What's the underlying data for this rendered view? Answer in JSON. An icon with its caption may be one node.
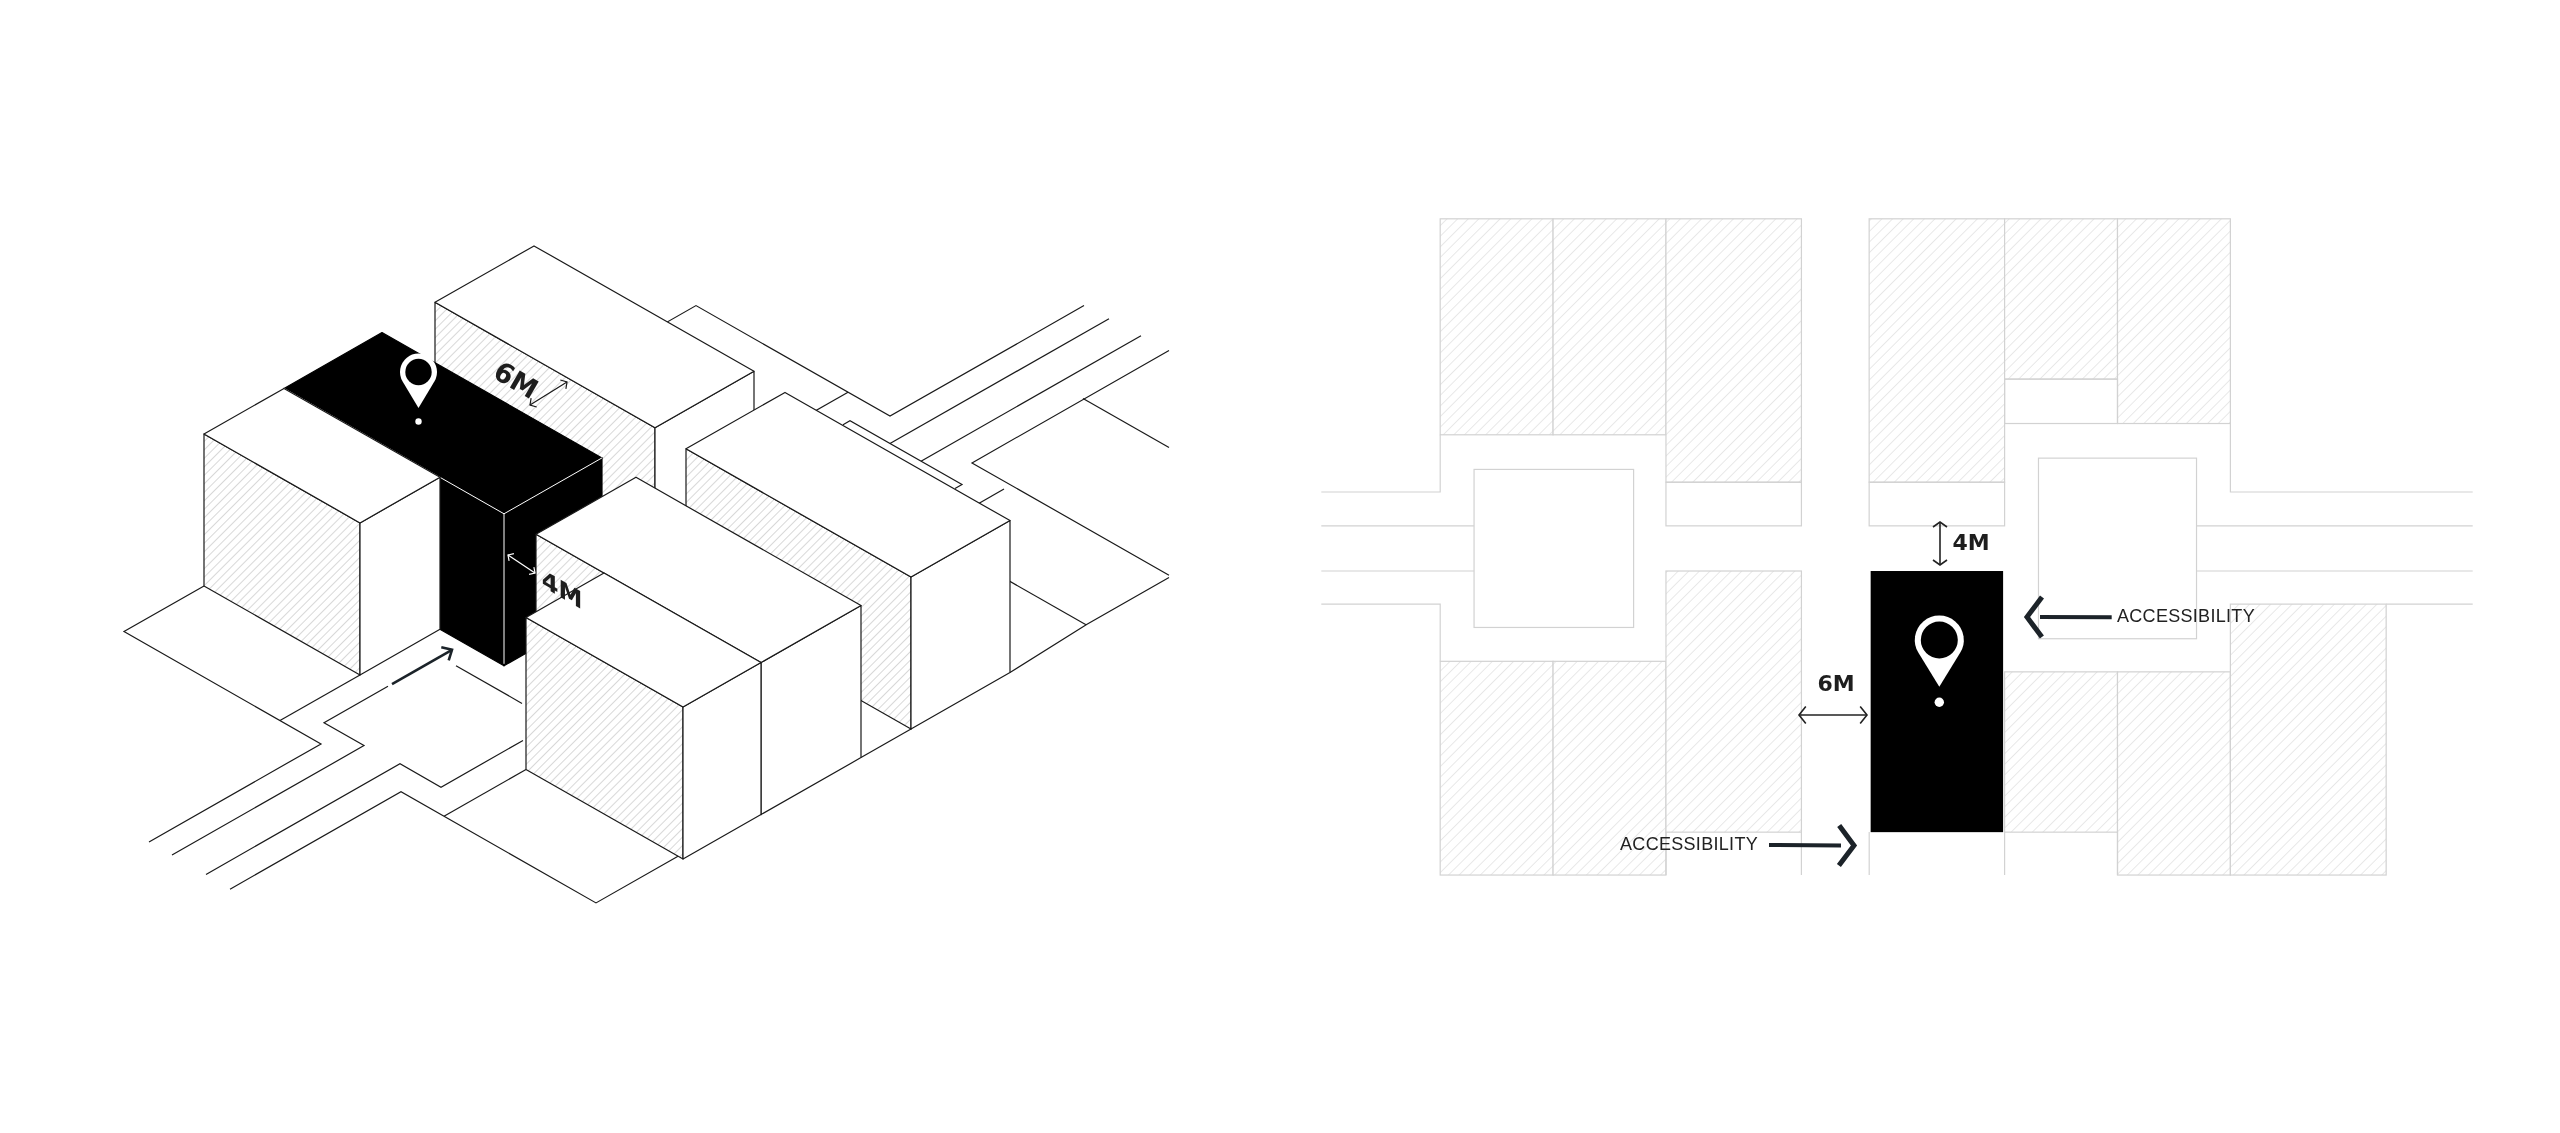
{
  "diagram": {
    "labels": [
      "6M",
      "4M",
      "4M",
      "ACCESSIBILITY",
      "6M",
      "ACCESSIBILITY"
    ]
  }
}
